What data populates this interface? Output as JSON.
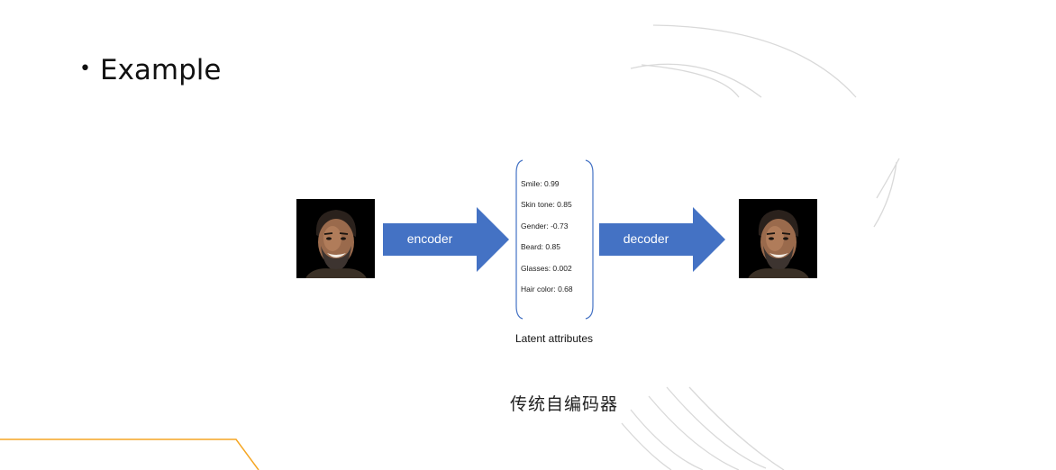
{
  "slide": {
    "bullet_text": "Example",
    "caption": "传统自编码器"
  },
  "diagram": {
    "encoder_label": "encoder",
    "decoder_label": "decoder",
    "latent_title": "Latent attributes",
    "latent_attributes": [
      "Smile: 0.99",
      "Skin tone: 0.85",
      "Gender: -0.73",
      "Beard: 0.85",
      "Glasses: 0.002",
      "Hair color: 0.68"
    ]
  },
  "colors": {
    "arrow_fill": "#4472c4",
    "brace_stroke": "#4472c4",
    "accent_line": "#f5a623",
    "decorative_arcs": "#d9d9d9"
  },
  "icons": {
    "input_image": "face-photo",
    "output_image": "face-photo"
  }
}
